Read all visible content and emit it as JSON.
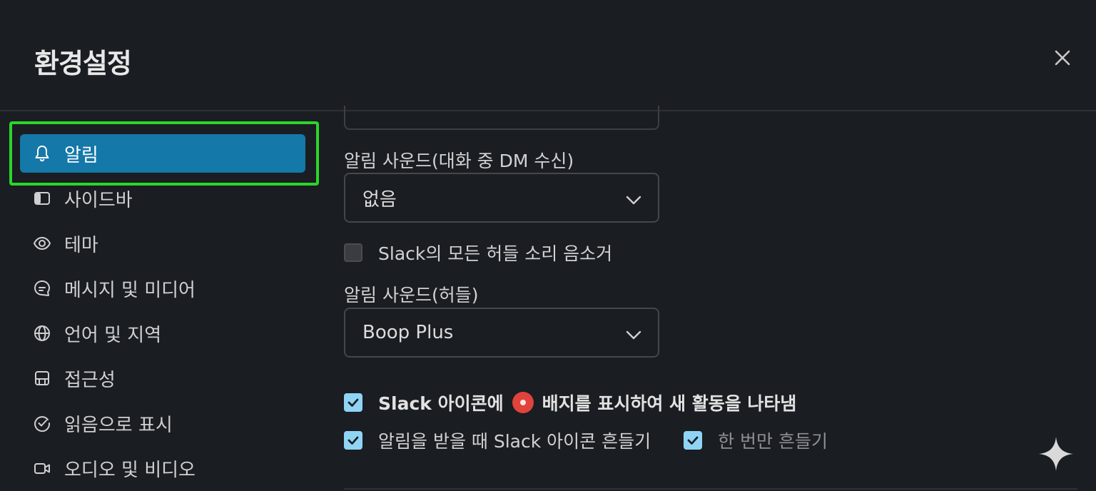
{
  "modal": {
    "title": "환경설정",
    "close_icon": "close-icon"
  },
  "sidebar": {
    "items": [
      {
        "label": "알림",
        "icon": "bell-icon",
        "active": true
      },
      {
        "label": "사이드바",
        "icon": "sidebar-icon",
        "active": false
      },
      {
        "label": "테마",
        "icon": "eye-icon",
        "active": false
      },
      {
        "label": "메시지 및 미디어",
        "icon": "message-icon",
        "active": false
      },
      {
        "label": "언어 및 지역",
        "icon": "globe-icon",
        "active": false
      },
      {
        "label": "접근성",
        "icon": "accessibility-icon",
        "active": false
      },
      {
        "label": "읽음으로 표시",
        "icon": "check-circle-icon",
        "active": false
      },
      {
        "label": "오디오 및 비디오",
        "icon": "video-icon",
        "active": false
      }
    ]
  },
  "content": {
    "dm_sound_label": "알림 사운드(대화 중 DM 수신)",
    "dm_sound_value": "없음",
    "mute_all_label": "Slack의 모든 허들 소리 음소거",
    "mute_all_checked": false,
    "huddle_sound_label": "알림 사운드(허들)",
    "huddle_sound_value": "Boop Plus",
    "badge_label_prefix": "Slack 아이콘에",
    "badge_label_suffix": "배지를 표시하여 새 활동을 나타냄",
    "badge_checked": true,
    "bounce_label": "알림을 받을 때 Slack 아이콘 흔들기",
    "bounce_checked": true,
    "bounce_once_label": "한 번만 흔들기",
    "bounce_once_checked": true
  },
  "colors": {
    "background": "#1a1d21",
    "active_item": "#1478a8",
    "highlight_frame": "#2bd52b",
    "checkbox_checked": "#8fd4f5",
    "badge": "#e0423c"
  }
}
